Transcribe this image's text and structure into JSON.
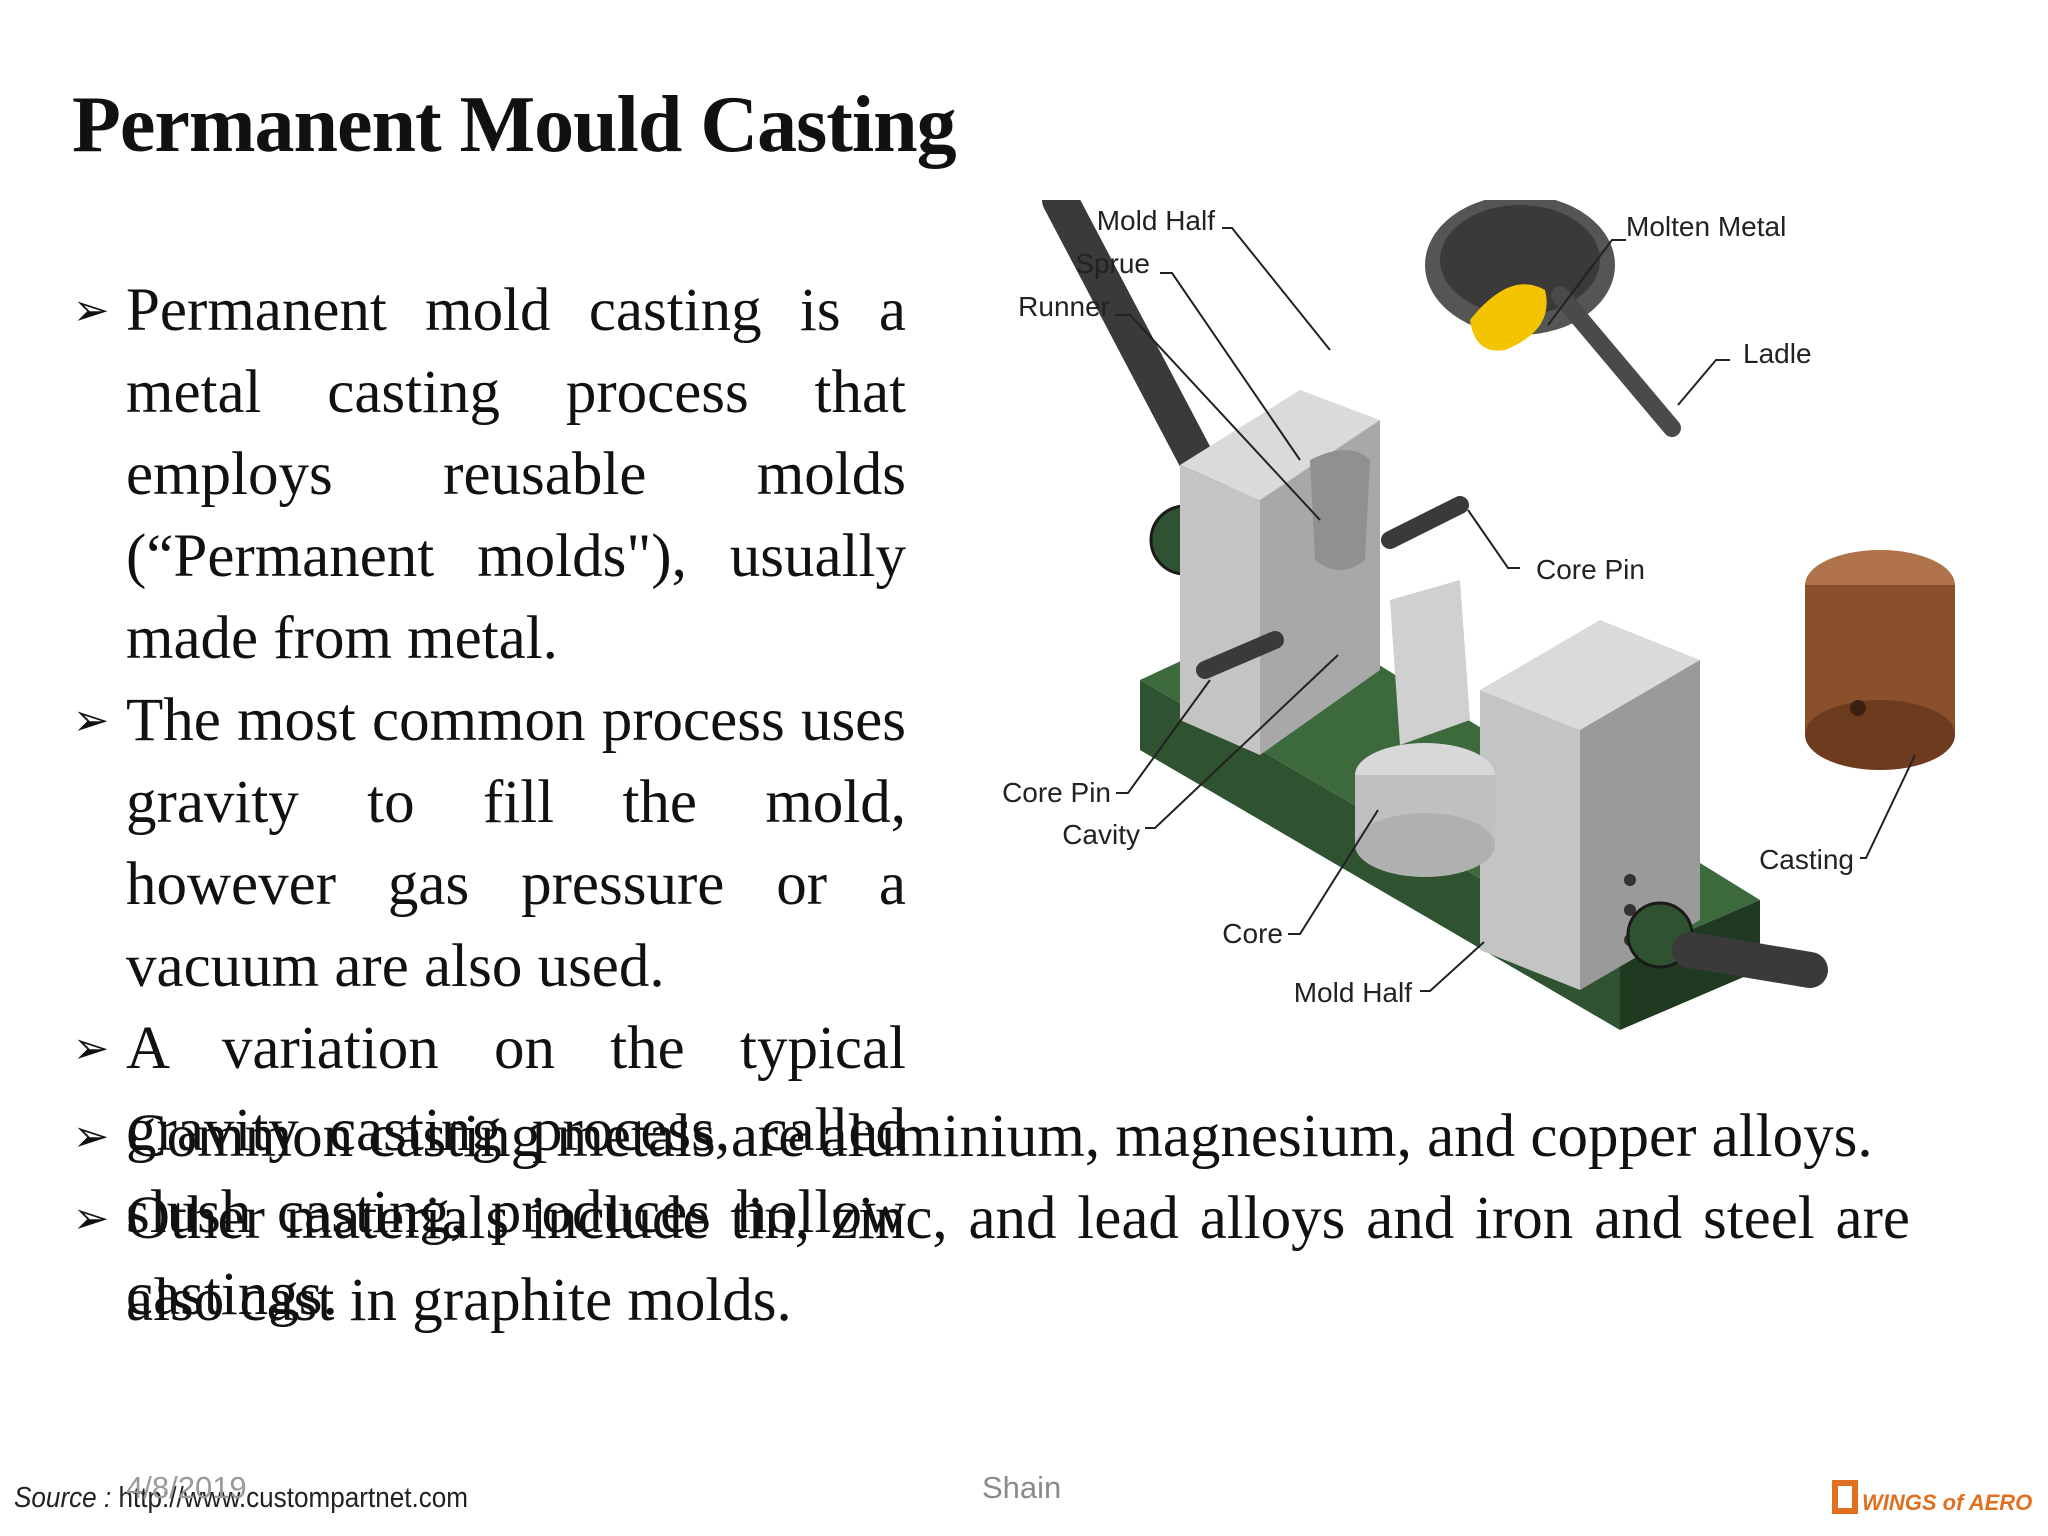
{
  "slide": {
    "title": "Permanent Mould Casting",
    "bullets_top": [
      "Permanent mold casting is a metal casting process that employs reusable molds (“Permanent molds\"), usually made from metal.",
      "The most common process uses gravity to fill the mold, however gas pressure or a vacuum are also used.",
      "A variation on the typical gravity casting process, called slush casting, produces hollow castings."
    ],
    "bullets_bottom": [
      "Common casting metals are aluminium, magnesium, and copper alloys.",
      "Other materials include tin, zinc, and lead alloys and iron and steel are also cast in graphite molds."
    ]
  },
  "diagram": {
    "labels": {
      "mold_half_top": "Mold Half",
      "sprue": "Sprue",
      "runner": "Runner",
      "molten_metal": "Molten Metal",
      "ladle": "Ladle",
      "core_pin_right": "Core Pin",
      "core_pin_left": "Core Pin",
      "cavity": "Cavity",
      "casting": "Casting",
      "core": "Core",
      "mold_half_bottom": "Mold Half"
    }
  },
  "footer": {
    "source_label": "Source :",
    "source_url": "http://www.custompartnet.com",
    "date": "4/8/2019",
    "author": "Shain",
    "logo_text": "WINGS of AERO"
  },
  "colors": {
    "base_green": "#2f5230",
    "mold_grey": "#c4c4c4",
    "molten_yellow": "#f5c400",
    "casting_brown": "#8a4f2b",
    "logo_orange": "#e07020"
  },
  "icons": {
    "bullet": "arrow-bullet-icon"
  }
}
